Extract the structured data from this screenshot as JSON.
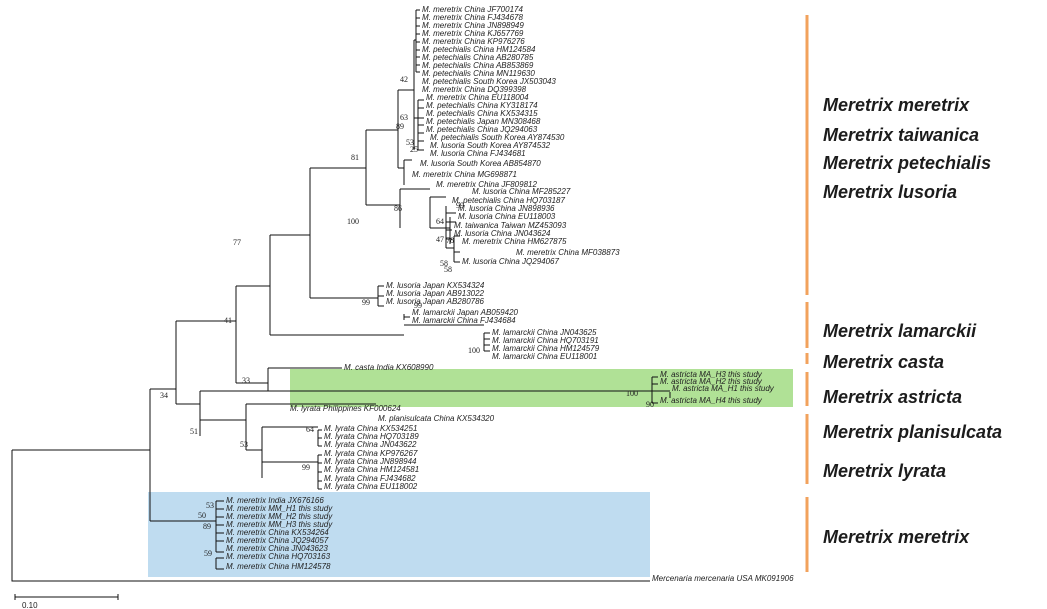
{
  "tree": {
    "tips": [
      "M. meretrix China JF700174",
      "M. meretrix China FJ434678",
      "M. meretrix China JN898949",
      "M. meretrix China KJ657769",
      "M. meretrix China KP976276",
      "M. petechialis China HM124584",
      "M. petechialis China AB280785",
      "M. petechialis China AB853869",
      "M. petechialis China MN119630",
      "M. petechialis South Korea JX503043",
      "M. meretrix China DQ399398",
      "M. meretrix China EU118004",
      "M. petechialis China KY318174",
      "M. petechialis China KX534315",
      "M. petechialis Japan MN308468",
      "M. petechialis China JQ294063",
      "M. petechialis South Korea AY874530",
      "M. lusoria South Korea AY874532",
      "M. lusoria China FJ434681",
      "M. lusoria South Korea AB854870",
      "M. meretrix China MG698871",
      "M. meretrix China JF809812",
      "M. lusoria China MF285227",
      "M. petechialis China HQ703187",
      "M. lusoria China JN898936",
      "M. lusoria China EU118003",
      "M. taiwanica Taiwan MZ453093",
      "M. lusoria China JN043624",
      "M. meretrix China HM627875",
      "M. meretrix China MF038873",
      "M. lusoria China JQ294067",
      "M. lusoria Japan KX534324",
      "M. lusoria Japan AB913022",
      "M. lusoria Japan AB280786",
      "M. lamarckii Japan AB059420",
      "M. lamarckii China FJ434684",
      "M. lamarckii China JN043625",
      "M. lamarckii China HQ703191",
      "M. lamarckii China HM124579",
      "M. lamarckii China EU118001",
      "M. casta India KX608990",
      "M. astricta MA_H3 this study",
      "M. astricta MA_H2 this study",
      "M. astricta MA_H1 this study",
      "M. astricta MA_H4 this study",
      "M. lyrata Philippines KF000624",
      "M. planisulcata China KX534320",
      "M. lyrata China KX534251",
      "M. lyrata China HQ703189",
      "M. lyrata China JN043622",
      "M. lyrata China KP976267",
      "M. lyrata China JN898944",
      "M. lyrata China HM124581",
      "M. lyrata China FJ434682",
      "M. lyrata China EU118002",
      "M. meretrix India JX676166",
      "M. meretrix MM_H1 this study",
      "M. meretrix MM_H2 this study",
      "M. meretrix MM_H3 this study",
      "M. meretrix China KX534264",
      "M. meretrix China JQ294057",
      "M. meretrix China JN043623",
      "M. meretrix China HQ703163",
      "M. meretrix China HM124578",
      "Mercenaria mercenaria USA MK091906"
    ],
    "bootstrap": [
      "42",
      "63",
      "89",
      "53",
      "25",
      "81",
      "100",
      "86",
      "99",
      "64",
      "47",
      "78",
      "58",
      "58",
      "77",
      "99",
      "41",
      "99",
      "100",
      "34",
      "33",
      "100",
      "90",
      "51",
      "53",
      "64",
      "99",
      "53",
      "50",
      "89",
      "59"
    ],
    "scale_label": "0.10"
  },
  "groups": [
    "Meretrix meretrix",
    "Meretrix taiwanica",
    "Meretrix petechialis",
    "Meretrix lusoria",
    "Meretrix lamarckii",
    "Meretrix casta",
    "Meretrix astricta",
    "Meretrix planisulcata",
    "Meretrix lyrata",
    "Meretrix meretrix"
  ],
  "colors": {
    "clade_bar": "#f2a25c",
    "astricta_highlight": "#8ed46a",
    "meretrix_highlight": "#9cc9e8",
    "branch": "#111111"
  }
}
